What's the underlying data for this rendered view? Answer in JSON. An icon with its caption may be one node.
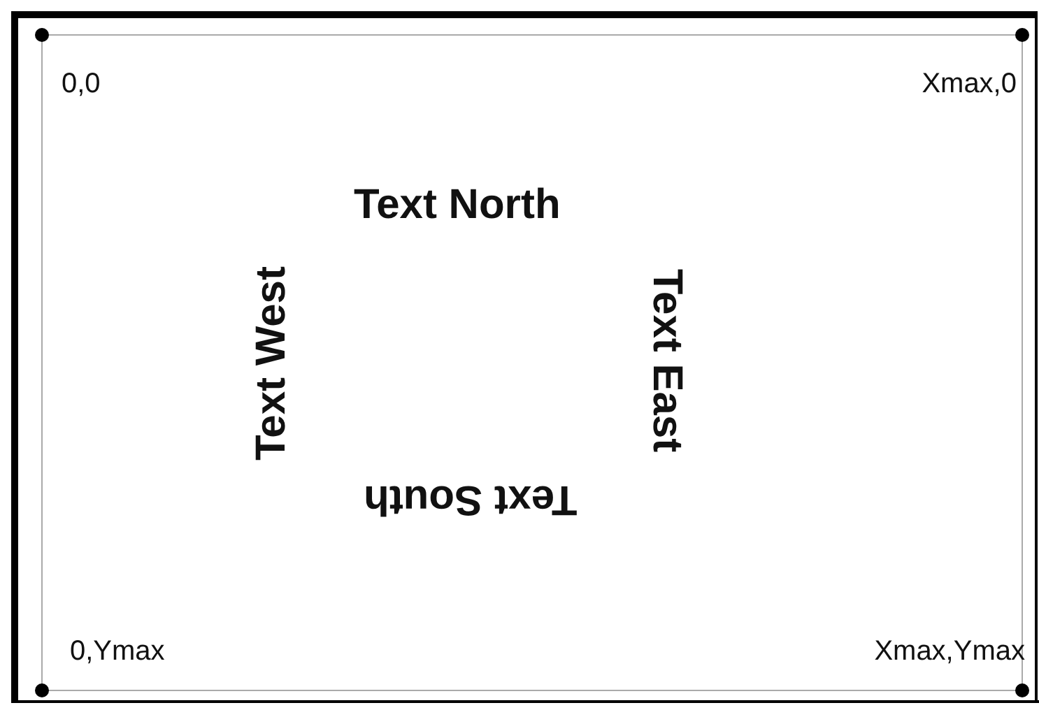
{
  "diagram": {
    "labels": [
      "0,0",
      "Xmax,0",
      "Text North",
      "Text West",
      "Text East",
      "Text South",
      "0,Ymax",
      "Xmax,Ymax"
    ]
  }
}
